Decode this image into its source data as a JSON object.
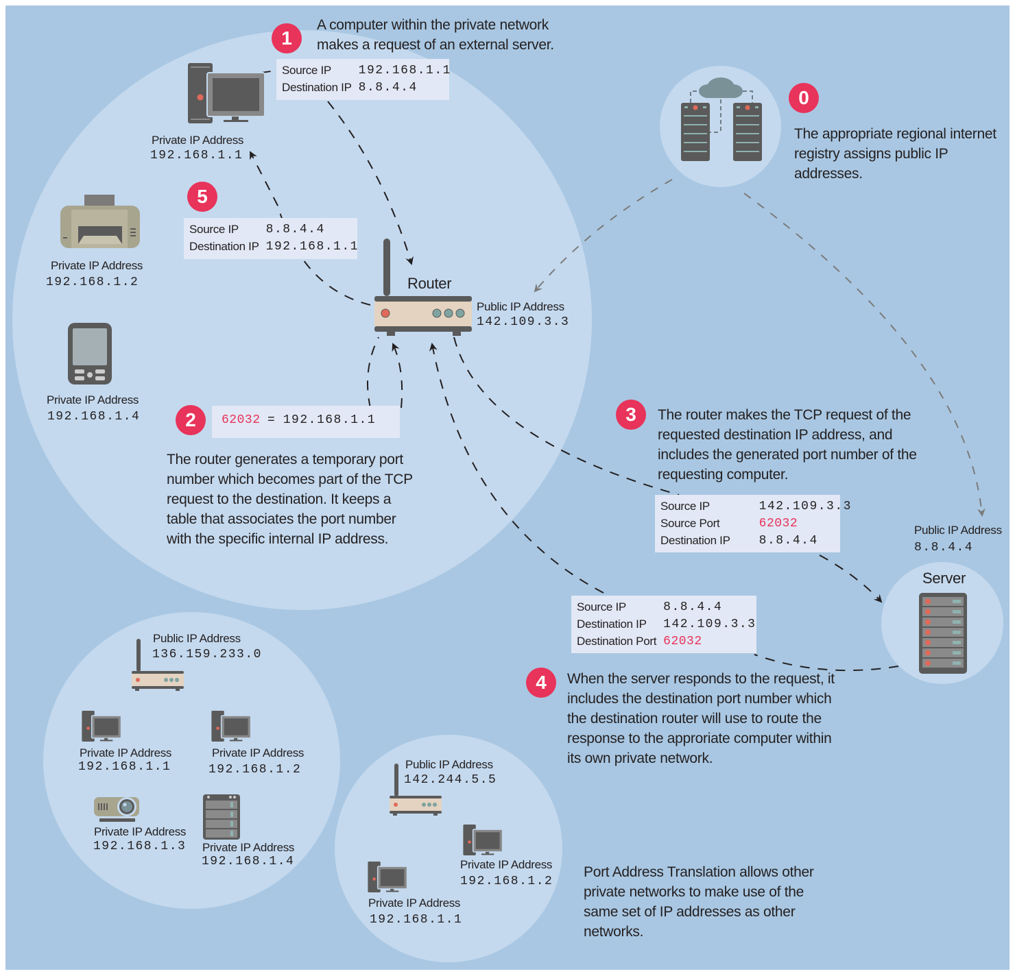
{
  "colors": {
    "background": "#a9c7e2",
    "network_circle": "#c4d9ee",
    "badge": "#e8335a",
    "port_highlight": "#e8335a",
    "packet_box": "#e2e8f5",
    "device_dark": "#5a5a5a",
    "router_body": "#e3d3c0"
  },
  "steps": {
    "step0": {
      "number": "0",
      "text": "The appropriate regional internet registry assigns public IP addresses."
    },
    "step1": {
      "number": "1",
      "text": "A computer within the private network makes a request of an external server.",
      "packet": [
        {
          "key": "Source IP",
          "value": "192.168.1.1"
        },
        {
          "key": "Destination IP",
          "value": "8.8.4.4"
        }
      ]
    },
    "step2": {
      "number": "2",
      "mapping_port": "62032",
      "mapping_equals": "=",
      "mapping_ip": "192.168.1.1",
      "text": "The router generates a temporary port number which becomes part of the TCP request to the destination. It keeps a table that associates the port number with the specific  internal IP address."
    },
    "step3": {
      "number": "3",
      "text": "The router makes the TCP request of the requested destination IP address, and includes the generated port number of the requesting computer.",
      "packet": [
        {
          "key": "Source IP",
          "value": "142.109.3.3"
        },
        {
          "key": "Source Port",
          "value": "62032"
        },
        {
          "key": "Destination IP",
          "value": "8.8.4.4"
        }
      ]
    },
    "step4": {
      "number": "4",
      "text": "When the server responds to the request, it includes the destination port number which the destination router will use to route the response to the approriate computer within its own private network.",
      "packet": [
        {
          "key": "Source IP",
          "value": "8.8.4.4"
        },
        {
          "key": "Destination IP",
          "value": "142.109.3.3"
        },
        {
          "key": "Destination Port",
          "value": "62032"
        }
      ]
    },
    "step5": {
      "number": "5",
      "packet": [
        {
          "key": "Source IP",
          "value": "8.8.4.4"
        },
        {
          "key": "Destination IP",
          "value": "192.168.1.1"
        }
      ]
    }
  },
  "main_network": {
    "router": {
      "title": "Router",
      "label": "Public IP Address",
      "ip": "142.109.3.3"
    },
    "devices": [
      {
        "type": "computer",
        "label": "Private IP Address",
        "ip": "192.168.1.1"
      },
      {
        "type": "printer",
        "label": "Private IP Address",
        "ip": "192.168.1.2"
      },
      {
        "type": "mobile",
        "label": "Private IP Address",
        "ip": "192.168.1.4"
      }
    ]
  },
  "server": {
    "title": "Server",
    "label": "Public IP Address",
    "ip": "8.8.4.4"
  },
  "network_b": {
    "router": {
      "label": "Public IP Address",
      "ip": "136.159.233.0"
    },
    "devices": [
      {
        "type": "computer",
        "label": "Private IP Address",
        "ip": "192.168.1.1"
      },
      {
        "type": "computer",
        "label": "Private IP Address",
        "ip": "192.168.1.2"
      },
      {
        "type": "projector",
        "label": "Private IP Address",
        "ip": "192.168.1.3"
      },
      {
        "type": "storage-server",
        "label": "Private IP Address",
        "ip": "192.168.1.4"
      }
    ]
  },
  "network_c": {
    "router": {
      "label": "Public IP Address",
      "ip": "142.244.5.5"
    },
    "devices": [
      {
        "type": "computer",
        "label": "Private IP Address",
        "ip": "192.168.1.2"
      },
      {
        "type": "computer",
        "label": "Private IP Address",
        "ip": "192.168.1.1"
      }
    ]
  },
  "footnote": "Port Address Translation allows other private networks to make use of the same set of IP addresses as other networks."
}
